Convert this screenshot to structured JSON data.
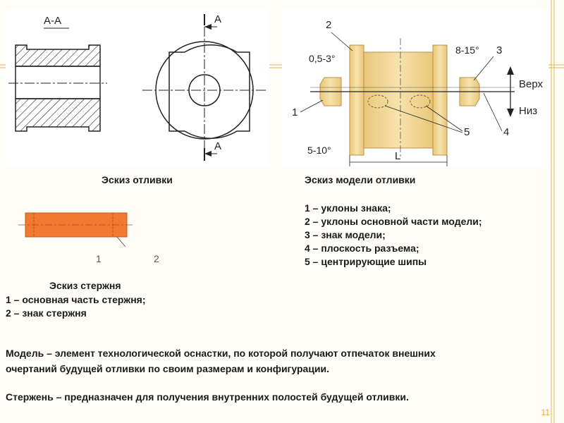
{
  "casting_sketch": {
    "section_label": "А-А",
    "cut_mark_top": "А",
    "cut_mark_bottom": "А",
    "caption": "Эскиз отливки"
  },
  "model_sketch": {
    "callouts": [
      "2",
      "3",
      "1",
      "5",
      "4"
    ],
    "angle_main": "0,5-3°",
    "angle_mark": "8-15°",
    "angle_bottom": "5-10°",
    "length_label": "L",
    "top_label": "Верх",
    "bottom_label": "Низ",
    "caption": "Эскиз модели отливки",
    "legend": [
      "1 – уклоны знака;",
      "2 – уклоны основной части модели;",
      "3 – знак модели;",
      "4 – плоскость разъема;",
      "5 – центрирующие шипы"
    ]
  },
  "core_sketch": {
    "callout_1": "1",
    "callout_2": "2",
    "caption": "Эскиз стержня",
    "legend": [
      "1 – основная часть стержня;",
      "2 – знак стержня"
    ],
    "fill_color": "#f07a30"
  },
  "definitions": {
    "model": "Модель – элемент технологической оснастки, по которой получают отпечаток внешних очертаний будущей отливки по своим размерам и конфигурации.",
    "model_line1": "Модель – элемент технологической оснастки, по которой получают отпечаток внешних",
    "model_line2": "очертаний будущей отливки по своим размерам и конфигурации.",
    "core": "Стержень – предназначен для получения внутренних полостей будущей отливки."
  },
  "slide": {
    "page_number": "11",
    "accent_color": "#e6a23c"
  }
}
